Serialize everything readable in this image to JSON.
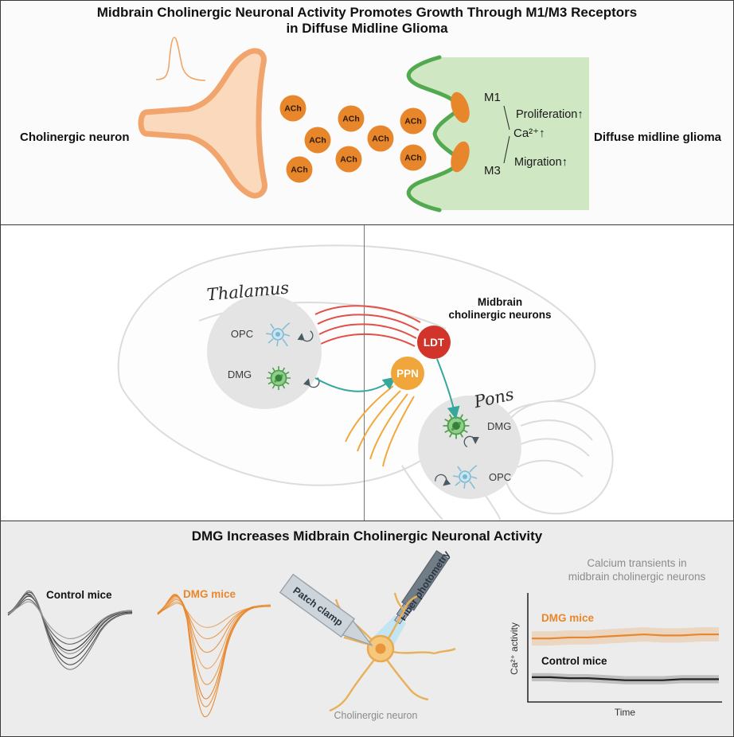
{
  "colors": {
    "ach_orange": "#E8862C",
    "neuron_peach": "#FAD9BC",
    "neuron_outline": "#F1A46C",
    "glioma_fill": "#CFE8C3",
    "glioma_edge": "#52A94F",
    "ldt_red": "#D2342B",
    "ppn_orange": "#F1A63C",
    "teal": "#35A79C",
    "dmg_trace_orange": "#E8872B",
    "panel_bottom_bg": "#ECECEC"
  },
  "figure": {
    "title_line1": "Midbrain Cholinergic Neuronal Activity Promotes Growth Through M1/M3 Receptors",
    "title_line2": "in Diffuse Midline Glioma"
  },
  "panel_mechanism": {
    "neuron_label": "Cholinergic neuron",
    "ach_label": "ACh",
    "receptor_m1": "M1",
    "receptor_m3": "M3",
    "calcium_label": "Ca²⁺↑",
    "proliferation_label": "Proliferation↑",
    "migration_label": "Migration↑",
    "glioma_label": "Diffuse midline glioma"
  },
  "panel_brain_map": {
    "thalamus_label": "Thalamus",
    "pons_label": "Pons",
    "midbrain_label_line1": "Midbrain",
    "midbrain_label_line2": "cholinergic neurons",
    "ldt_label": "LDT",
    "ppn_label": "PPN",
    "opc_label": "OPC",
    "dmg_label": "DMG"
  },
  "panel_activity": {
    "title": "DMG Increases Midbrain Cholinergic Neuronal Activity",
    "control_trace_label": "Control mice",
    "dmg_trace_label": "DMG mice",
    "patch_clamp_label": "Patch clamp",
    "fiber_photometry_label": "Fiber photometry",
    "neuron_label": "Cholinergic neuron",
    "chart": {
      "title_line1": "Calcium transients in",
      "title_line2": "midbrain cholinergic neurons",
      "ylabel": "Ca²⁺ activity",
      "xlabel": "Time",
      "dmg_series_label": "DMG mice",
      "control_series_label": "Control mice"
    }
  },
  "chart_data": {
    "type": "line",
    "title": "Calcium transients in midbrain cholinergic neurons",
    "xlabel": "Time",
    "ylabel": "Ca²⁺ activity",
    "x_ticks": "none shown",
    "y_ticks": "none shown",
    "grid": false,
    "legend_position": "inline labels above lines",
    "x": [
      0,
      1,
      2,
      3,
      4,
      5,
      6,
      7,
      8,
      9,
      10
    ],
    "series": [
      {
        "name": "DMG mice",
        "color": "#E8872B",
        "values": [
          0.6,
          0.6,
          0.61,
          0.61,
          0.62,
          0.63,
          0.64,
          0.63,
          0.63,
          0.64,
          0.64
        ],
        "error_band": 0.07
      },
      {
        "name": "Control mice",
        "color": "#222222",
        "values": [
          0.22,
          0.22,
          0.21,
          0.21,
          0.2,
          0.19,
          0.19,
          0.19,
          0.2,
          0.2,
          0.2
        ],
        "error_band": 0.04
      }
    ]
  }
}
